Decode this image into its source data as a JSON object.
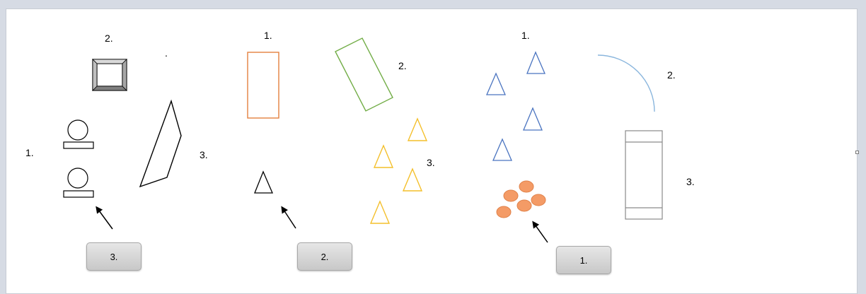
{
  "colors": {
    "black": "#000000",
    "orange": "#e3803f",
    "green": "#72ad47",
    "yellow": "#f4bf2a",
    "blue": "#4a74c0",
    "light_blue": "#8ab6dd",
    "salmon": "#f49b66",
    "gray": "#8a8a8a",
    "button_bg": "#d0d0d0"
  },
  "groups": [
    {
      "labels": {
        "top": "2.",
        "left": "1.",
        "right": "3.",
        "dot": "."
      },
      "button": "3."
    },
    {
      "labels": {
        "top": "1.",
        "upper_right": "2.",
        "right": "3."
      },
      "button": "2."
    },
    {
      "labels": {
        "top": "1.",
        "upper_right": "2.",
        "right": "3."
      },
      "button": "1."
    }
  ]
}
